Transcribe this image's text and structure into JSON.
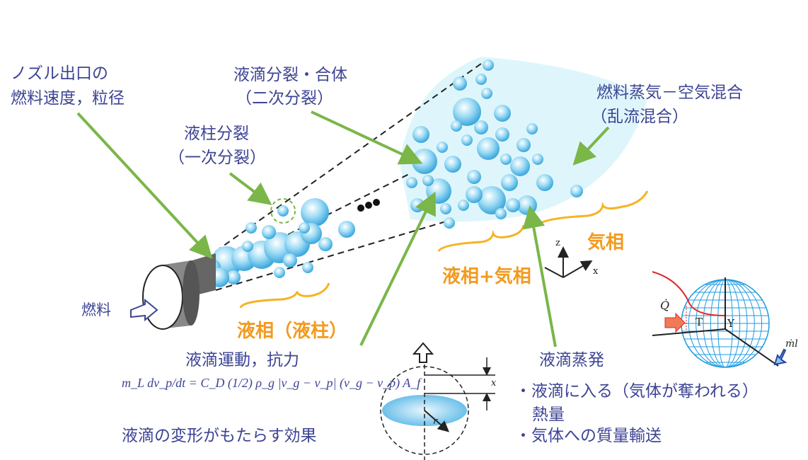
{
  "labels": {
    "nozzle_line1": "ノズル出口の",
    "nozzle_line2": "燃料速度，粒径",
    "primary_line1": "液柱分裂",
    "primary_line2": "（一次分裂）",
    "secondary_line1": "液滴分裂・合体",
    "secondary_line2": "（二次分裂）",
    "mixing_line1": "燃料蒸気－空気混合",
    "mixing_line2": "（乱流混合）",
    "fuel": "燃料",
    "liquid_phase": "液相（液柱）",
    "two_phase": "液相+気相",
    "gas_phase": "気相",
    "motion": "液滴運動，抗力",
    "equation": "m_L dv_p/dt = C_D (1/2) ρ_g |v_g − v_p| (v_g − v_p) A_f",
    "deformation": "液滴の変形がもたらす効果",
    "evaporation": "液滴蒸発",
    "heat_line1": "・液滴に入る（気体が奪われる）",
    "heat_line2": "熱量",
    "mass": "・気体への質量輸送",
    "axis_z": "z",
    "axis_x": "x",
    "q_dot": "Q̇",
    "temp": "T",
    "mass_frac": "Y",
    "m_dot": "ṁl",
    "radius": "r",
    "deform_x": "x"
  },
  "colors": {
    "text": "#3d4494",
    "orange": "#f39a1e",
    "arrow": "#7ab648",
    "spray": "#d6f4fa",
    "droplet": "#5ab8e6"
  }
}
